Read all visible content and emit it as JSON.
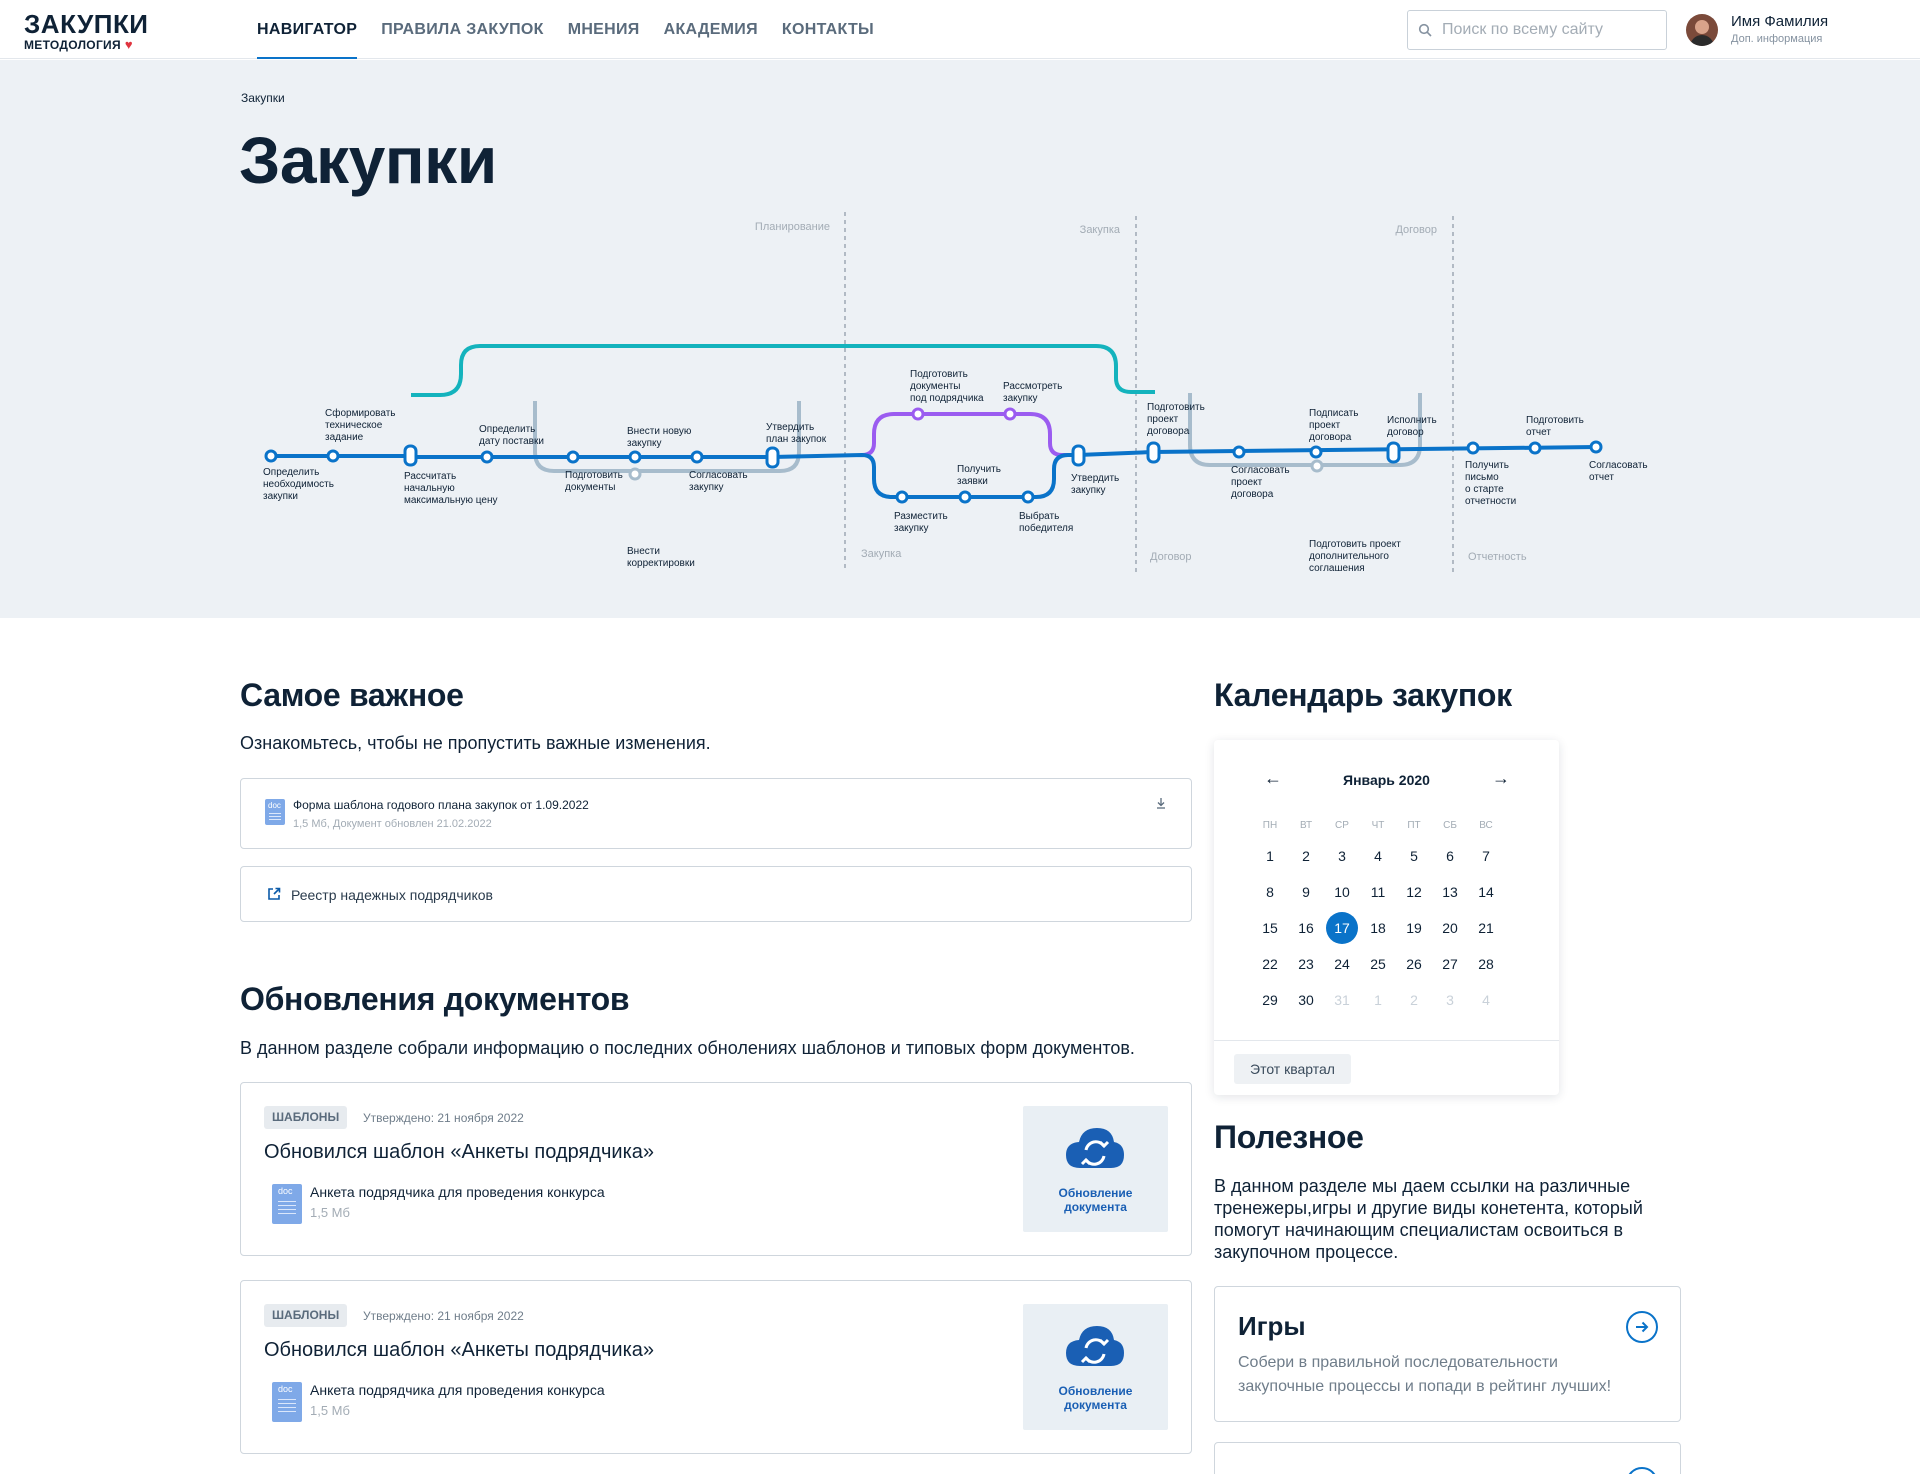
{
  "header": {
    "logo_title": "ЗАКУПКИ",
    "logo_sub": "МЕТОДОЛОГИЯ",
    "nav": [
      "НАВИГАТОР",
      "ПРАВИЛА ЗАКУПОК",
      "МНЕНИЯ",
      "АКАДЕМИЯ",
      "КОНТАКТЫ"
    ],
    "active_nav": "НАВИГАТОР",
    "search_placeholder": "Поиск по всему сайту",
    "user_name": "Имя Фамилия",
    "user_sub": "Доп. информация"
  },
  "hero": {
    "breadcrumb": "Закупки",
    "title": "Закупки",
    "zones_top": [
      "Планирование",
      "Закупка",
      "Договор"
    ],
    "zones_bottom": [
      "Закупка",
      "Договор",
      "Отчетность"
    ],
    "stations": {
      "s1": [
        "Определить",
        "необходимость",
        "закупки"
      ],
      "s2": [
        "Сформировать",
        "техническое",
        "задание"
      ],
      "s3": [
        "Рассчитать",
        "начальную",
        "максимальную цену"
      ],
      "s4": [
        "Определить",
        "дату поставки"
      ],
      "s5": [
        "Подготовить",
        "документы"
      ],
      "s6": [
        "Внести новую",
        "закупку"
      ],
      "s7": [
        "Согласовать",
        "закупку"
      ],
      "s8": [
        "Внести",
        "корректировки"
      ],
      "s9": [
        "Утвердить",
        "план закупок"
      ],
      "s10": [
        "Подготовить",
        "документы",
        "под подрядчика"
      ],
      "s11": [
        "Рассмотреть",
        "закупку"
      ],
      "s12": [
        "Получить",
        "заявки"
      ],
      "s13": [
        "Разместить",
        "закупку"
      ],
      "s14": [
        "Выбрать",
        "победителя"
      ],
      "s15": [
        "Утвердить",
        "закупку"
      ],
      "s16": [
        "Подготовить",
        "проект",
        "договора"
      ],
      "s17": [
        "Согласовать",
        "проект",
        "договора"
      ],
      "s18": [
        "Подписать",
        "проект",
        "договора"
      ],
      "s19": [
        "Исполнить",
        "договор"
      ],
      "s20": [
        "Подготовить проект",
        "дополнительного",
        "соглашения"
      ],
      "s21": [
        "Получить",
        "письмо",
        "о старте",
        "отчетности"
      ],
      "s22": [
        "Подготовить",
        "отчет"
      ],
      "s23": [
        "Согласовать",
        "отчет"
      ]
    }
  },
  "important": {
    "title": "Самое важное",
    "desc": "Ознакомьтесь, чтобы не пропустить важные изменения.",
    "doc_type": "doc",
    "doc_title": "Форма шаблона годового плана закупок от 1.09.2022",
    "doc_meta": "1,5 Мб, Документ обновлен 21.02.2022",
    "link_title": "Реестр надежных подрядчиков"
  },
  "updates": {
    "title": "Обновления документов",
    "desc": "В данном разделе собрали информацию о последних обнолениях шаблонов и типовых форм документов.",
    "items": [
      {
        "tag": "ШАБЛОНЫ",
        "approved": "Утверждено: 21 ноября 2022",
        "title": "Обновился шаблон «Анкеты подрядчика»",
        "file": "Анкета подрядчика для проведения конкурса",
        "size": "1,5 Мб",
        "file_type": "doc",
        "badge_line1": "Обновление",
        "badge_line2": "документа"
      },
      {
        "tag": "ШАБЛОНЫ",
        "approved": "Утверждено: 21 ноября 2022",
        "title": "Обновился шаблон «Анкеты подрядчика»",
        "file": "Анкета подрядчика для проведения конкурса",
        "size": "1,5 Мб",
        "file_type": "doc",
        "badge_line1": "Обновление",
        "badge_line2": "документа"
      }
    ]
  },
  "calendar": {
    "title": "Календарь закупок",
    "month": "Январь 2020",
    "weekdays": [
      "ПН",
      "ВТ",
      "СР",
      "ЧТ",
      "ПТ",
      "СБ",
      "ВС"
    ],
    "weeks": [
      [
        "1",
        "2",
        "3",
        "4",
        "5",
        "6",
        "7"
      ],
      [
        "8",
        "9",
        "10",
        "11",
        "12",
        "13",
        "14"
      ],
      [
        "15",
        "16",
        "17",
        "18",
        "19",
        "20",
        "21"
      ],
      [
        "22",
        "23",
        "24",
        "25",
        "26",
        "27",
        "28"
      ],
      [
        "29",
        "30",
        "31",
        "1",
        "2",
        "3",
        "4"
      ]
    ],
    "selected_day": "17",
    "button": "Этот квартал"
  },
  "useful": {
    "title": "Полезное",
    "desc": "В данном разделе мы даем ссылки на различные тренежеры,игры и другие виды конетента, который помогут начинающим специалистам освоиться в закупочном процессе.",
    "cards": [
      {
        "title": "Игры",
        "desc": "Собери в правильной последовательности закупочные процессы и попади в рейтинг лучших!"
      }
    ]
  },
  "colors": {
    "accent": "#0a73c9",
    "line_teal": "#14b3bd",
    "line_purple": "#9b5cf0",
    "line_gray": "#a7bccc",
    "hero_bg": "#edf1f5",
    "heart": "#e0343f"
  },
  "icons": [
    "search-icon",
    "heart-icon",
    "doc-icon",
    "download-icon",
    "external-link-icon",
    "cloud-sync-icon",
    "arrow-left-icon",
    "arrow-right-icon",
    "arrow-circle-right-icon"
  ]
}
